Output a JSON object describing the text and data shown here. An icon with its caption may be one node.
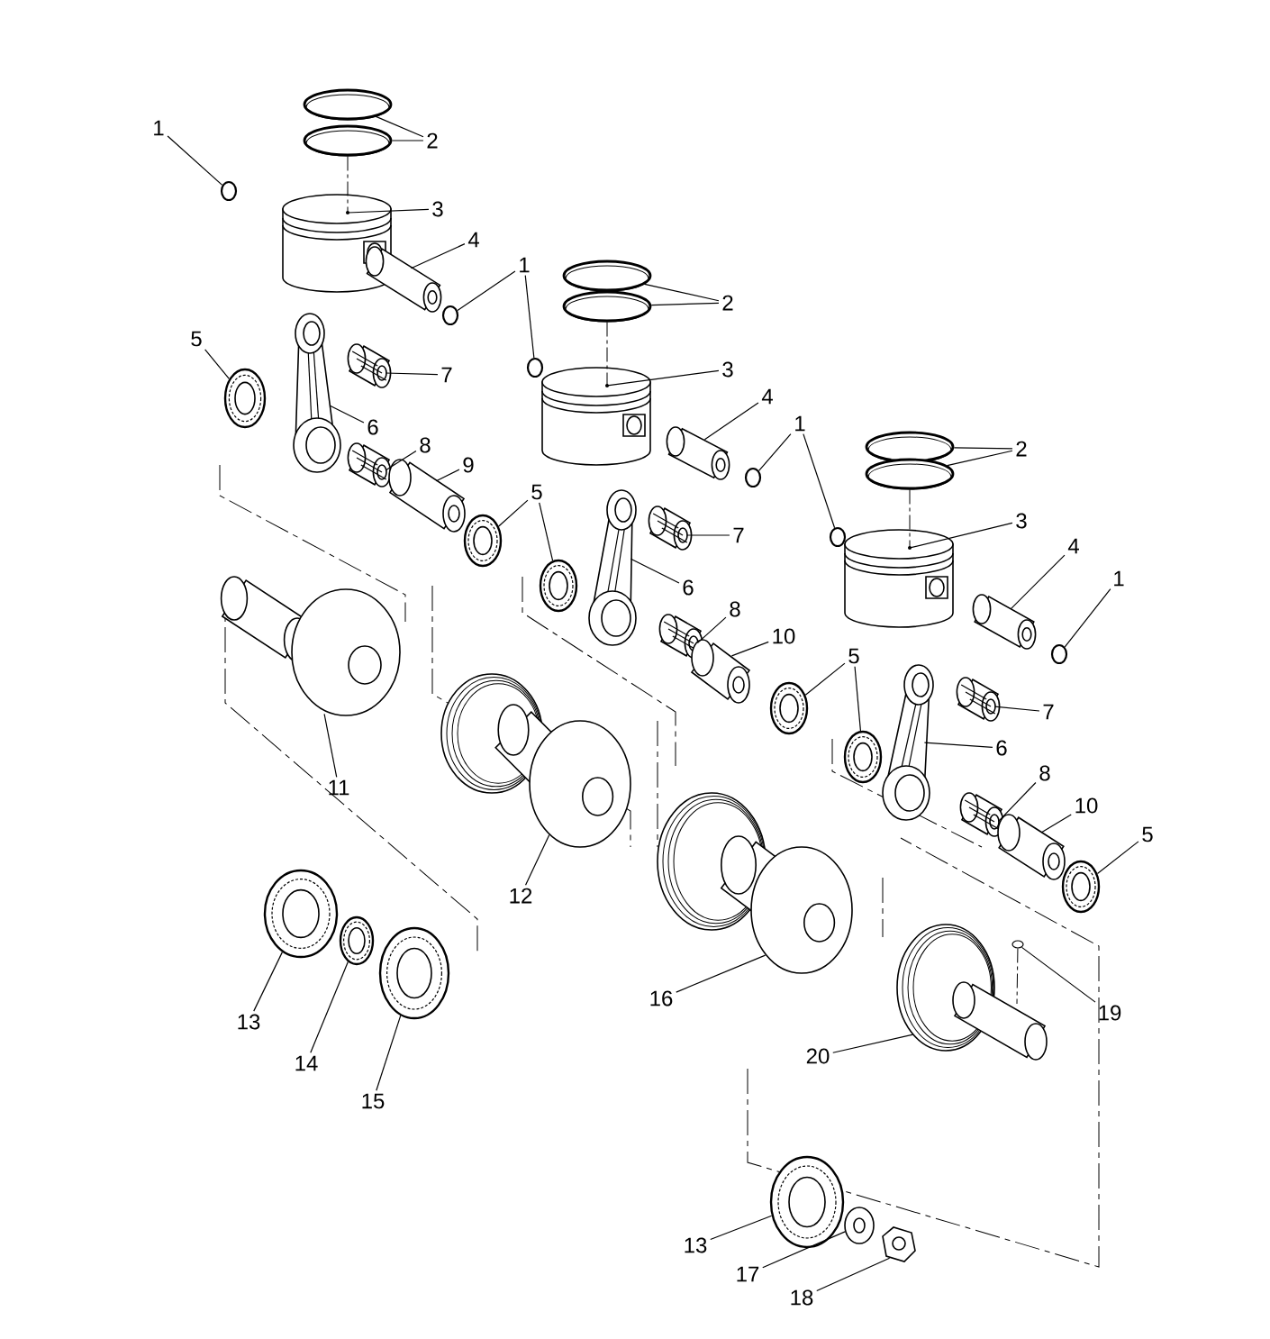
{
  "diagram": {
    "nodes": [
      {
        "text": [
          "1"
        ]
      },
      {
        "text": [
          "2"
        ]
      },
      {
        "text": [
          "3"
        ]
      },
      {
        "text": [
          "4"
        ]
      },
      {
        "text": [
          "1"
        ]
      },
      {
        "text": [
          "5"
        ]
      },
      {
        "text": [
          "7"
        ]
      },
      {
        "text": [
          "6"
        ]
      },
      {
        "text": [
          "8"
        ]
      },
      {
        "text": [
          "9"
        ]
      },
      {
        "text": [
          "2"
        ]
      },
      {
        "text": [
          "3"
        ]
      },
      {
        "text": [
          "4"
        ]
      },
      {
        "text": [
          "1"
        ]
      },
      {
        "text": [
          "5"
        ]
      },
      {
        "text": [
          "7"
        ]
      },
      {
        "text": [
          "6"
        ]
      },
      {
        "text": [
          "8"
        ]
      },
      {
        "text": [
          "10"
        ]
      },
      {
        "text": [
          "5"
        ]
      },
      {
        "text": [
          "2"
        ]
      },
      {
        "text": [
          "3"
        ]
      },
      {
        "text": [
          "4"
        ]
      },
      {
        "text": [
          "1"
        ]
      },
      {
        "text": [
          "7"
        ]
      },
      {
        "text": [
          "6"
        ]
      },
      {
        "text": [
          "8"
        ]
      },
      {
        "text": [
          "10"
        ]
      },
      {
        "text": [
          "5"
        ]
      },
      {
        "text": [
          "11"
        ]
      },
      {
        "text": [
          "12"
        ]
      },
      {
        "text": [
          "13"
        ]
      },
      {
        "text": [
          "14"
        ]
      },
      {
        "text": [
          "15"
        ]
      },
      {
        "text": [
          "16"
        ]
      },
      {
        "text": [
          "19"
        ]
      },
      {
        "text": [
          "20"
        ]
      },
      {
        "text": [
          "13"
        ]
      },
      {
        "text": [
          "17"
        ]
      },
      {
        "text": [
          "18"
        ]
      },
      {
        "text": [],
        "shape": "circle"
      },
      {
        "text": [],
        "shape": "picture"
      },
      {
        "text": [],
        "shape": "picture"
      },
      {
        "text": [],
        "shape": "picture"
      },
      {
        "text": [],
        "shape": "picture"
      },
      {
        "text": [],
        "shape": "circle"
      },
      {
        "text": [],
        "shape": "circle"
      },
      {
        "text": [],
        "shape": "picture"
      },
      {
        "text": [],
        "shape": "picture"
      },
      {
        "text": [],
        "shape": "picture"
      },
      {
        "text": [],
        "shape": "picture"
      },
      {
        "text": [],
        "shape": "picture"
      },
      {
        "text": [],
        "shape": "picture"
      },
      {
        "text": [],
        "shape": "picture"
      },
      {
        "text": [],
        "shape": "picture"
      },
      {
        "text": [],
        "shape": "picture"
      },
      {
        "text": [],
        "shape": "circle"
      },
      {
        "text": [],
        "shape": "circle"
      },
      {
        "text": [],
        "shape": "picture"
      },
      {
        "text": [],
        "shape": "picture"
      },
      {
        "text": [],
        "shape": "picture"
      },
      {
        "text": [],
        "shape": "picture"
      },
      {
        "text": [],
        "shape": "picture"
      },
      {
        "text": [],
        "shape": "picture"
      },
      {
        "text": [],
        "shape": "picture"
      },
      {
        "text": [],
        "shape": "picture"
      },
      {
        "text": [],
        "shape": "picture"
      },
      {
        "text": [],
        "shape": "picture"
      },
      {
        "text": [],
        "shape": "picture"
      },
      {
        "text": [],
        "shape": "picture"
      },
      {
        "text": [],
        "shape": "circle"
      },
      {
        "text": [],
        "shape": "picture"
      },
      {
        "text": [],
        "shape": "picture"
      },
      {
        "text": [],
        "shape": "picture"
      },
      {
        "text": [],
        "shape": "picture"
      },
      {
        "text": [],
        "shape": "picture"
      },
      {
        "text": [],
        "shape": "picture"
      },
      {
        "text": [],
        "shape": "picture"
      },
      {
        "text": [],
        "shape": "picture"
      },
      {
        "text": [],
        "shape": "picture"
      },
      {
        "text": [],
        "shape": "picture"
      },
      {
        "text": [],
        "shape": "picture"
      },
      {
        "text": [],
        "shape": "circle"
      },
      {
        "text": [],
        "shape": "picture"
      },
      {
        "text": [],
        "shape": "picture"
      },
      {
        "text": [],
        "shape": "picture"
      },
      {
        "text": [],
        "shape": "picture"
      }
    ],
    "edges": [
      {
        "from": 0,
        "to": 40,
        "arrow": "none"
      },
      {
        "from": 1,
        "to": 41,
        "arrow": "none"
      },
      {
        "from": 1,
        "to": 42,
        "arrow": "none"
      },
      {
        "from": 2,
        "to": 43,
        "arrow": "none"
      },
      {
        "from": 3,
        "to": 44,
        "arrow": "none"
      },
      {
        "from": 4,
        "to": 45,
        "arrow": "none"
      },
      {
        "from": 4,
        "to": 46,
        "arrow": "none"
      },
      {
        "from": 5,
        "to": 47,
        "arrow": "none"
      },
      {
        "from": 6,
        "to": 48,
        "arrow": "none"
      },
      {
        "from": 7,
        "to": 49,
        "arrow": "none"
      },
      {
        "from": 8,
        "to": 50,
        "arrow": "none"
      },
      {
        "from": 9,
        "to": 51,
        "arrow": "none"
      },
      {
        "from": 10,
        "to": 52,
        "arrow": "none"
      },
      {
        "from": 10,
        "to": 53,
        "arrow": "none"
      },
      {
        "from": 11,
        "to": 54,
        "arrow": "none"
      },
      {
        "from": 12,
        "to": 55,
        "arrow": "none"
      },
      {
        "from": 13,
        "to": 56,
        "arrow": "none"
      },
      {
        "from": 13,
        "to": 57,
        "arrow": "none"
      },
      {
        "from": 14,
        "to": 58,
        "arrow": "none"
      },
      {
        "from": 14,
        "to": 59,
        "arrow": "none"
      },
      {
        "from": 15,
        "to": 60,
        "arrow": "none"
      },
      {
        "from": 16,
        "to": 61,
        "arrow": "none"
      },
      {
        "from": 17,
        "to": 62,
        "arrow": "none"
      },
      {
        "from": 18,
        "to": 63,
        "arrow": "none"
      },
      {
        "from": 19,
        "to": 64,
        "arrow": "none"
      },
      {
        "from": 19,
        "to": 65,
        "arrow": "none"
      },
      {
        "from": 20,
        "to": 66,
        "arrow": "none"
      },
      {
        "from": 20,
        "to": 67,
        "arrow": "none"
      },
      {
        "from": 21,
        "to": 68,
        "arrow": "none"
      },
      {
        "from": 22,
        "to": 69,
        "arrow": "none"
      },
      {
        "from": 23,
        "to": 70,
        "arrow": "none"
      },
      {
        "from": 24,
        "to": 71,
        "arrow": "none"
      },
      {
        "from": 25,
        "to": 72,
        "arrow": "none"
      },
      {
        "from": 26,
        "to": 73,
        "arrow": "none"
      },
      {
        "from": 27,
        "to": 74,
        "arrow": "none"
      },
      {
        "from": 28,
        "to": 75,
        "arrow": "none"
      },
      {
        "from": 29,
        "to": 76,
        "arrow": "none"
      },
      {
        "from": 30,
        "to": 77,
        "arrow": "none"
      },
      {
        "from": 31,
        "to": 78,
        "arrow": "none"
      },
      {
        "from": 32,
        "to": 79,
        "arrow": "none"
      },
      {
        "from": 33,
        "to": 80,
        "arrow": "none"
      },
      {
        "from": 34,
        "to": 81,
        "arrow": "none"
      },
      {
        "from": 35,
        "to": 82,
        "arrow": "none"
      },
      {
        "from": 36,
        "to": 83,
        "arrow": "none"
      },
      {
        "from": 37,
        "to": 84,
        "arrow": "none"
      },
      {
        "from": 38,
        "to": 85,
        "arrow": "none"
      },
      {
        "from": 39,
        "to": 86,
        "arrow": "none"
      },
      {
        "from": 42,
        "to": 43,
        "arrow": "none",
        "style": "dashed"
      },
      {
        "from": 53,
        "to": 54,
        "arrow": "none",
        "style": "dashed"
      },
      {
        "from": 67,
        "to": 68,
        "arrow": "none",
        "style": "dashed"
      },
      {
        "from": 82,
        "to": 83,
        "arrow": "none",
        "style": "dashed"
      }
    ]
  }
}
